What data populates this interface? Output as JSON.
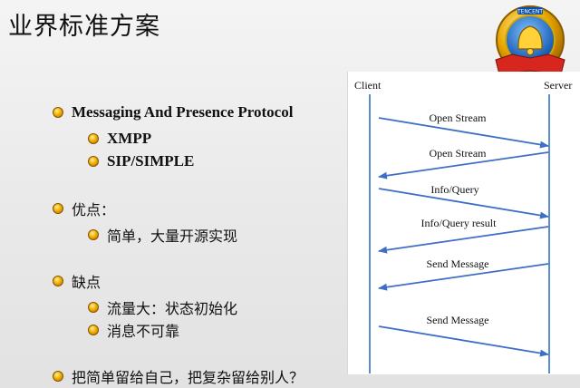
{
  "slide": {
    "title": "业界标准方案",
    "logo_text": "TENCENT",
    "bullets": [
      {
        "text": "Messaging And Presence Protocol",
        "level": 1
      },
      {
        "text": "XMPP",
        "level": 2
      },
      {
        "text": "SIP/SIMPLE",
        "level": 2
      },
      {
        "text": "优点：",
        "level": 1
      },
      {
        "text": "简单，大量开源实现",
        "level": 2
      },
      {
        "text": "缺点",
        "level": 1
      },
      {
        "text": "流量大：状态初始化",
        "level": 2
      },
      {
        "text": "消息不可靠",
        "level": 2
      },
      {
        "text": "把简单留给自己，把复杂留给别人？",
        "level": 1
      }
    ]
  },
  "diagram": {
    "client_label": "Client",
    "server_label": "Server",
    "line_color": "#5b8bd0",
    "messages": [
      {
        "label": "Open Stream",
        "direction": "to-server"
      },
      {
        "label": "Open Stream",
        "direction": "to-client"
      },
      {
        "label": "Info/Query",
        "direction": "to-server"
      },
      {
        "label": "Info/Query result",
        "direction": "to-client"
      },
      {
        "label": "Send Message",
        "direction": "to-client"
      },
      {
        "label": "Send Message",
        "direction": "to-server"
      }
    ]
  },
  "colors": {
    "bullet_icon": "#f0b000",
    "arrow": "#3f6fc4"
  }
}
